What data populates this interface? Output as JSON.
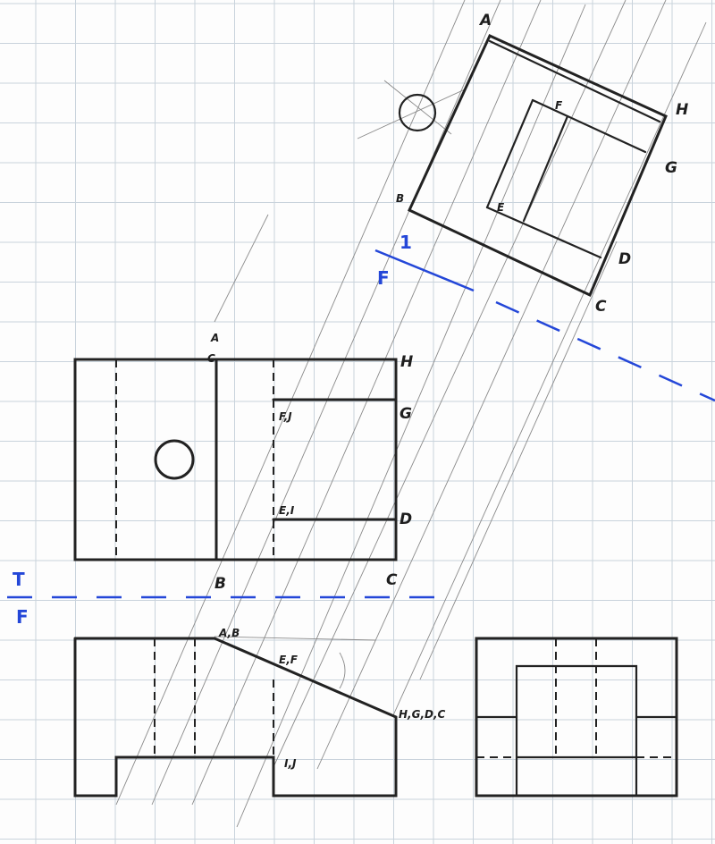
{
  "labels": {
    "fold_top": "T",
    "fold_bottom_front": "F",
    "aux_fold_one": "1",
    "aux_fold_front": "F",
    "front_A": "A",
    "front_C": "C",
    "front_H": "H",
    "front_F": "F,J",
    "front_G": "G",
    "front_E": "E,I",
    "front_D": "D",
    "front_B": "B",
    "front_Cbot": "C",
    "top_AB": "A,B",
    "top_EF": "E,F",
    "top_HGDC": "H,G,D,C",
    "top_IJ": "I,J",
    "aux_A": "A",
    "aux_H": "H",
    "aux_G": "G",
    "aux_F": "F",
    "aux_B": "B",
    "aux_E": "E",
    "aux_D": "D",
    "aux_C": "C"
  },
  "colors": {
    "ink": "#222222",
    "fold_line": "#2447d8",
    "grid": "#c9d3dc"
  }
}
